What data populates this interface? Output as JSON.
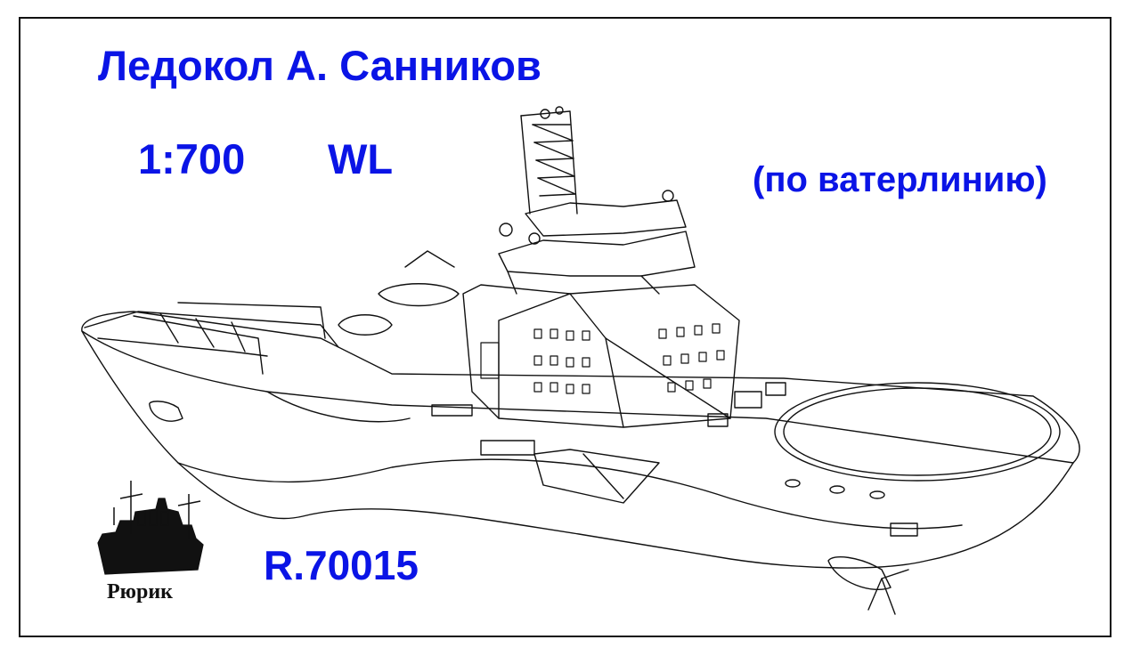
{
  "title": "Ледокол  А. Санников",
  "scale": "1:700",
  "scale_suffix": "WL",
  "waterline_note": "(по ватерлинию)",
  "product_code": "R.70015",
  "brand": {
    "name": "Рюрик",
    "icon": "cruiser-silhouette-icon"
  },
  "illustration": {
    "icon": "icebreaker-ship-line-drawing",
    "line_color": "#111111"
  },
  "colors": {
    "text_accent": "#0a14e6",
    "frame": "#111111",
    "background": "#ffffff"
  }
}
